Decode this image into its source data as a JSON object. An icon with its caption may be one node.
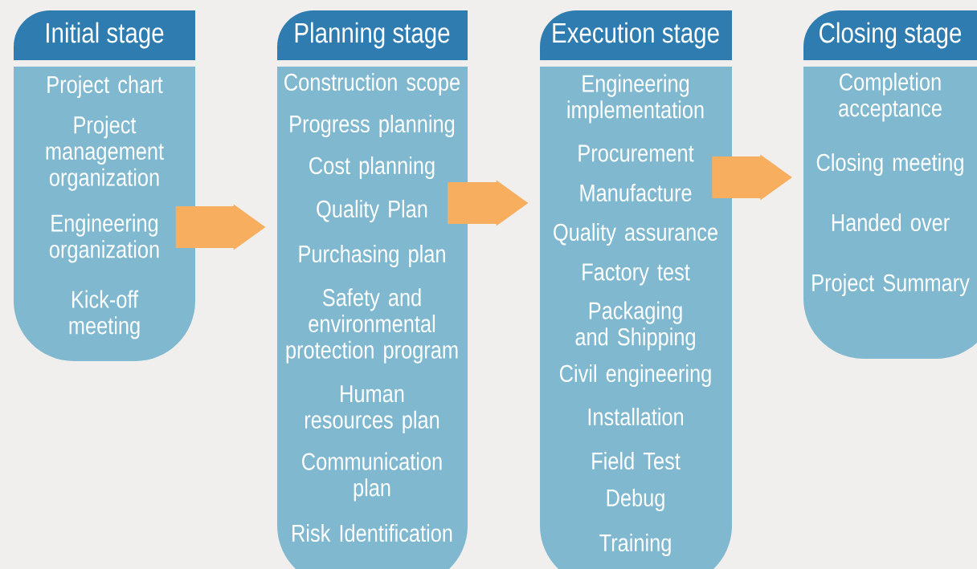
{
  "diagram": {
    "nodes": [
      {
        "text": [
          "Initial stage",
          "Project chart",
          "Project management organization",
          "Engineering organization",
          "Kick-off meeting"
        ]
      },
      {
        "text": [
          "Planning stage",
          "Construction scope",
          "Progress planning",
          "Cost planning",
          "Quality Plan",
          "Purchasing plan",
          "Safety and environmental protection program",
          "Human resources plan",
          "Communication plan",
          "Risk Identification"
        ]
      },
      {
        "text": [
          "Execution stage",
          "Engineering implementation",
          "Procurement",
          "Manufacture",
          "Quality assurance",
          "Factory test",
          "Packaging and Shipping",
          "Civil engineering",
          "Installation",
          "Field Test",
          "Debug",
          "Training"
        ]
      },
      {
        "text": [
          "Closing stage",
          "Completion acceptance",
          "Closing meeting",
          "Handed over",
          "Project Summary"
        ]
      }
    ],
    "edges": [
      {
        "from": 0,
        "to": 1,
        "arrow": "to"
      },
      {
        "from": 1,
        "to": 2,
        "arrow": "to"
      },
      {
        "from": 2,
        "to": 3,
        "arrow": "to"
      }
    ]
  }
}
